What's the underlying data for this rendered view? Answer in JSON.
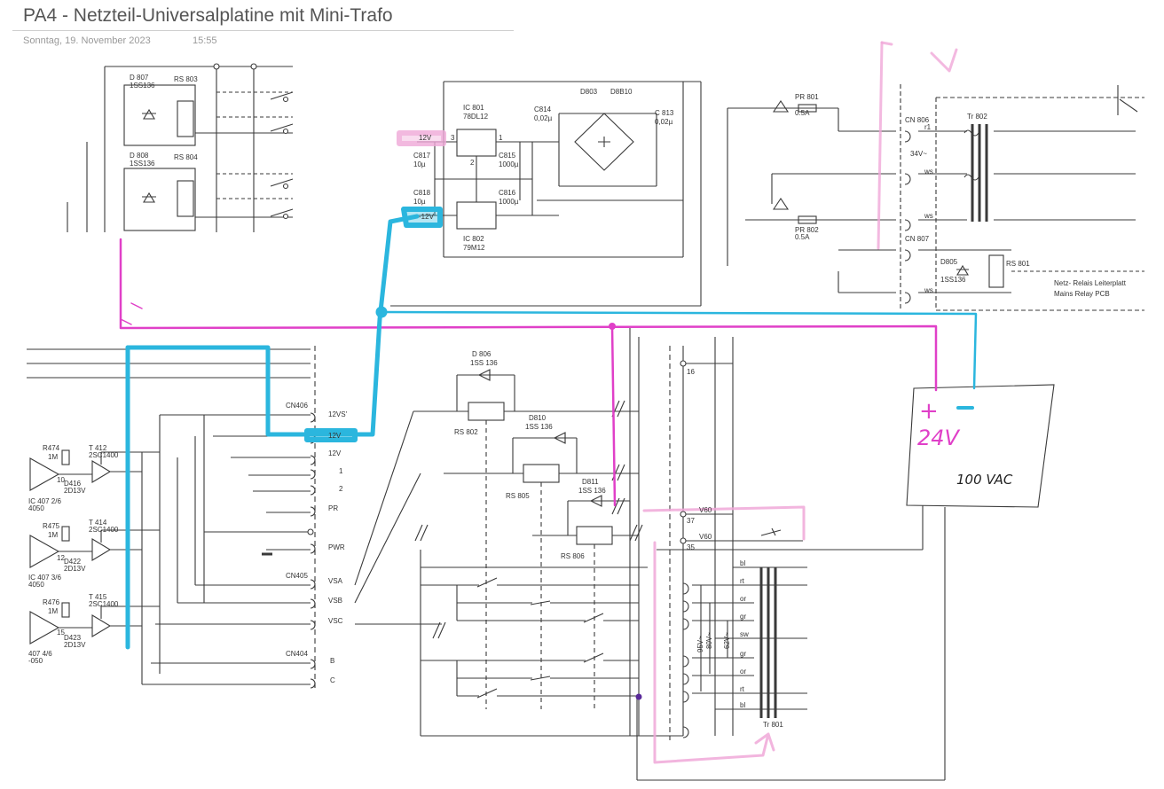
{
  "header": {
    "title": "PA4 - Netzteil-Universalplatine mit Mini-Trafo",
    "date": "Sonntag, 19. November 2023",
    "time": "15:55"
  },
  "relays_top": {
    "d807": "D 807",
    "d807_type": "1SS136",
    "rs803": "RS 803",
    "d808": "D 808",
    "d808_type": "1SS136",
    "rs804": "RS 804"
  },
  "regulators": {
    "ic801": "IC 801",
    "ic801_type": "78DL12",
    "ic802": "IC 802",
    "ic802_type": "79M12",
    "v12": "12V",
    "v_12": "-12V",
    "c817": "C817",
    "c817_val": "10µ",
    "c818": "C818",
    "c818_val": "10µ",
    "c815": "C815",
    "c815_val": "1000µ",
    "c816": "C816",
    "c816_val": "1000µ",
    "c814": "C814",
    "c814_val": "0,02µ",
    "c813": "C 813",
    "c813_val": "0,02µ",
    "d803": "D803",
    "d803_type": "D8B10",
    "pin3": "3",
    "pin1": "1",
    "pin2": "2"
  },
  "mains": {
    "pr801": "PR 801",
    "pr801_val": "0.5A",
    "pr802": "PR 802",
    "pr802_val": "0.5A",
    "cn806": "CN 806",
    "cn807": "CN 807",
    "tr802": "Tr 802",
    "v34": "34V~",
    "d805": "D805",
    "d805_type": "1SS136",
    "rs801": "RS 801",
    "relay_note_de": "Netz- Relais  Leiterplatt",
    "relay_note_en": "Mains Relay  PCB",
    "r1": "r1",
    "ws": "ws",
    "w2": "ws",
    "w3": "ws"
  },
  "left_block": {
    "cn406": "CN406",
    "pins": [
      "12VS'",
      "12V",
      "12V",
      "1",
      "2",
      "PR",
      "PWR"
    ],
    "cn405": "CN405",
    "pins405": [
      "VSA",
      "VSB",
      "VSC"
    ],
    "cn404": "CN404",
    "pins404": [
      "B",
      "C"
    ],
    "r474": "R474",
    "r474_val": "1M",
    "r475": "R475",
    "r475_val": "1M",
    "r476": "R476",
    "r476_val": "1M",
    "t412": "T 412",
    "t412_type": "2SC1400",
    "t414": "T 414",
    "t414_type": "2SC1400",
    "t415": "T 415",
    "t415_type": "2SC1400",
    "d416": "D416",
    "d416_type": "2D13V",
    "d422": "D422",
    "d422_type": "2D13V",
    "d423": "D423",
    "d423_type": "2D13V",
    "ic407a": "IC 407 2/6",
    "ic407a_b": "4050",
    "ic407b": "IC 407 3/6",
    "ic407b_b": "4050",
    "ic407c": "407 4/6",
    "ic407c_b": "-050",
    "pin10": "10",
    "pin12": "12",
    "pin15": "15"
  },
  "relays_mid": {
    "d806": "D 806",
    "d806_type": "1SS 136",
    "rs802": "RS 802",
    "d810": "D810",
    "d810_type": "1SS 136",
    "rs805": "RS 805",
    "d811": "D811",
    "d811_type": "1SS 136",
    "rs806": "RS 806"
  },
  "transformer": {
    "tr801": "Tr 801",
    "t16": "16",
    "t37": "37",
    "t35": "35",
    "v60a": "V60",
    "v60b": "V60",
    "wires": [
      "bl",
      "rt",
      "or",
      "gr",
      "sw",
      "gr",
      "or",
      "rt",
      "bl"
    ],
    "v95": "95V~",
    "v80": "80V~",
    "v62": "62V~"
  },
  "annotations": {
    "plus": "+",
    "minus": "-",
    "v24": "24V",
    "vac": "100 VAC"
  },
  "colors": {
    "ink": "#3a3a3a",
    "magenta": "#e040c8",
    "cyan": "#2bb6de",
    "pink": "#f0a8d8",
    "purple": "#5a2a9a"
  }
}
